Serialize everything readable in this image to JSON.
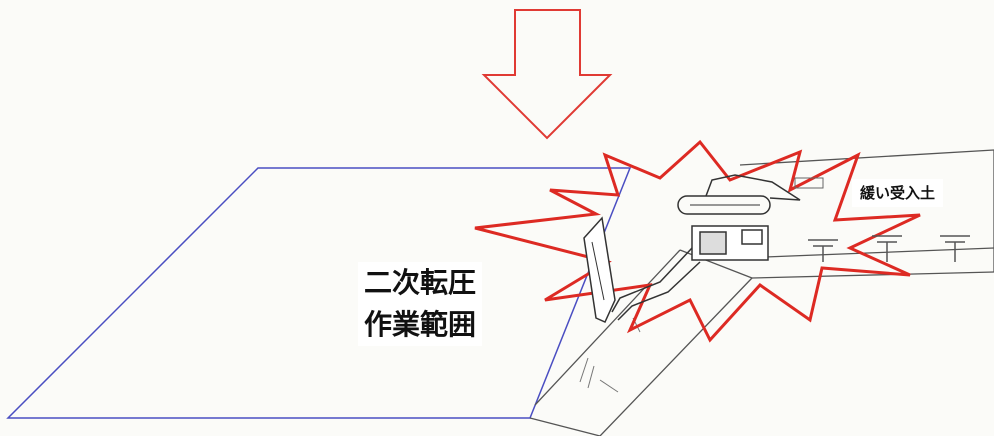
{
  "labels": {
    "compaction_area_line1": "二次転圧",
    "compaction_area_line2": "作業範囲",
    "loose_soil": "緩い受入土"
  },
  "colors": {
    "arrow": "#e03a34",
    "burst": "#dd2a23",
    "area_outline": "#4a4ec2",
    "drawing_lines": "#555555"
  },
  "icons": {
    "arrow": "down-arrow-icon",
    "burst": "impact-burst-icon",
    "machine": "excavator-icon",
    "ground": "ground-level-icon"
  }
}
